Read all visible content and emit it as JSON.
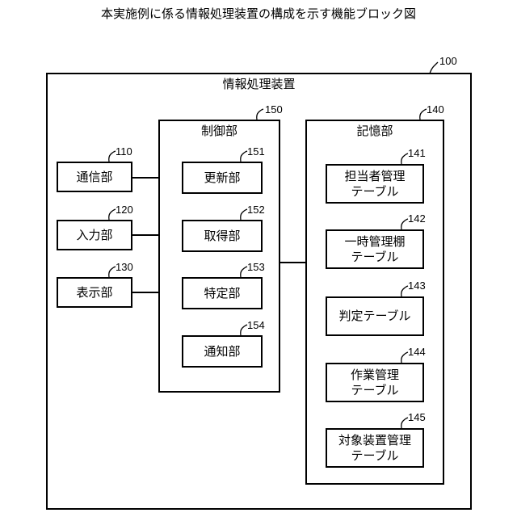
{
  "title": "本実施例に係る情報処理装置の構成を示す機能ブロック図",
  "device": {
    "ref": "100",
    "label": "情報処理装置"
  },
  "control": {
    "ref": "150",
    "label": "制御部",
    "items": [
      {
        "ref": "151",
        "label": "更新部"
      },
      {
        "ref": "152",
        "label": "取得部"
      },
      {
        "ref": "153",
        "label": "特定部"
      },
      {
        "ref": "154",
        "label": "通知部"
      }
    ]
  },
  "storage": {
    "ref": "140",
    "label": "記憶部",
    "items": [
      {
        "ref": "141",
        "label": "担当者管理\nテーブル"
      },
      {
        "ref": "142",
        "label": "一時管理棚\nテーブル"
      },
      {
        "ref": "143",
        "label": "判定テーブル"
      },
      {
        "ref": "144",
        "label": "作業管理\nテーブル"
      },
      {
        "ref": "145",
        "label": "対象装置管理\nテーブル"
      }
    ]
  },
  "units": [
    {
      "ref": "110",
      "label": "通信部"
    },
    {
      "ref": "120",
      "label": "入力部"
    },
    {
      "ref": "130",
      "label": "表示部"
    }
  ]
}
